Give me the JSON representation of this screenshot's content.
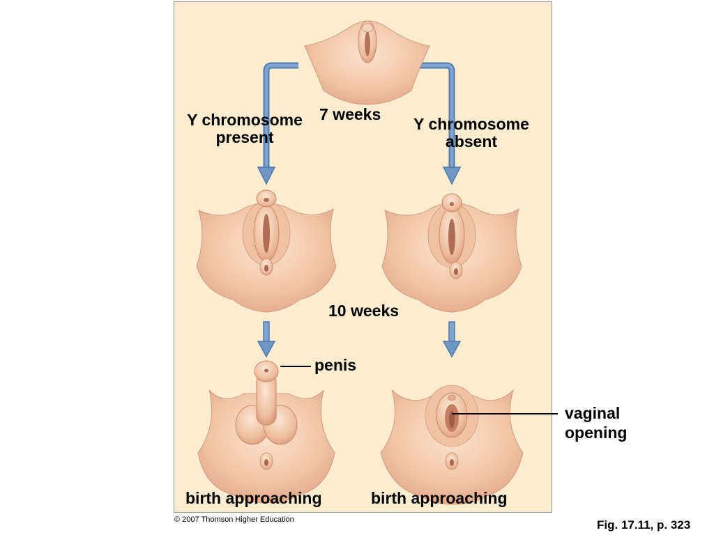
{
  "labels": {
    "seven_weeks": "7 weeks",
    "y_present_line1": "Y chromosome",
    "y_present_line2": "present",
    "y_absent_line1": "Y chromosome",
    "y_absent_line2": "absent",
    "ten_weeks": "10 weeks",
    "penis": "penis",
    "vaginal_line1": "vaginal",
    "vaginal_line2": "opening",
    "birth_left": "birth approaching",
    "birth_right": "birth approaching"
  },
  "footer": {
    "copyright": "© 2007 Thomson Higher Education",
    "figure_ref": "Fig. 17.11, p. 323"
  },
  "colors": {
    "panel_background": "#fcecd0",
    "arrow": "#6f97c6",
    "skin_light": "#f7d6bd",
    "skin_mid": "#eab696",
    "skin_dark": "#c98a6c"
  }
}
